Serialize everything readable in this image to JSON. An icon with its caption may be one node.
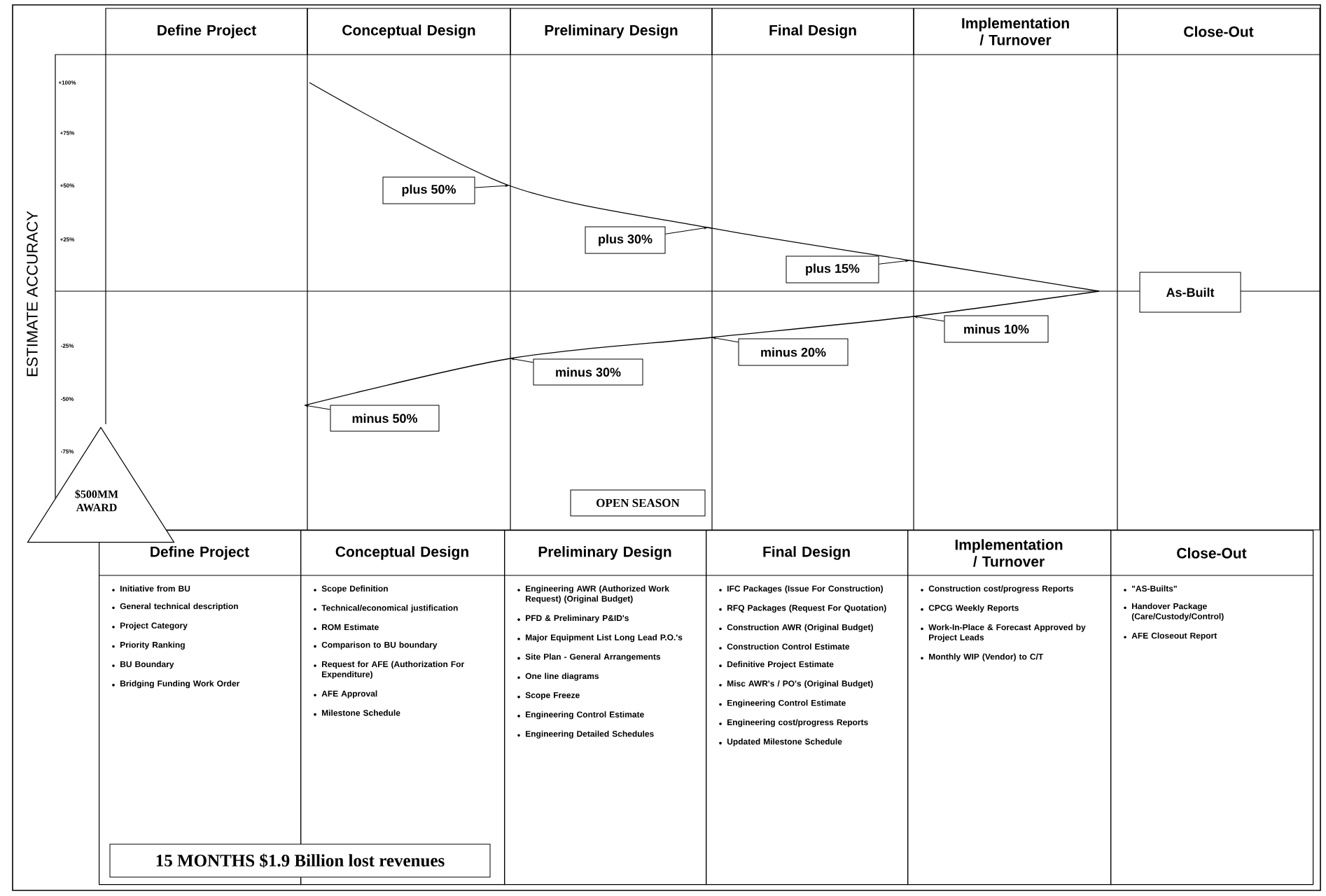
{
  "diagram": {
    "nodes": [
      {
        "text": [
          "Define Project"
        ]
      },
      {
        "text": [
          "Conceptual Design"
        ]
      },
      {
        "text": [
          "Preliminary Design"
        ]
      },
      {
        "text": [
          "Final Design"
        ]
      },
      {
        "text": [
          "Implementation / Turnover"
        ]
      },
      {
        "text": [
          "Close-Out"
        ]
      },
      {
        "text": [
          "Define Project",
          "Initiative from BU",
          "General technical description",
          "Project Category",
          "Priority Ranking",
          "BU Boundary",
          "Bridging Funding Work Order"
        ]
      },
      {
        "text": [
          "Conceptual Design",
          "Scope Definition",
          "Technical/economical justification",
          "ROM Estimate",
          "Comparison to BU boundary",
          "Request for AFE (Authorization For Expenditure)",
          "AFE Approval",
          "Milestone Schedule"
        ]
      },
      {
        "text": [
          "Preliminary Design",
          "Engineering AWR (Authorized Work Request) (Original Budget)",
          "PFD & Preliminary P&ID's",
          "Major Equipment List Long Lead P.O.'s",
          "Site Plan - General Arrangements",
          "One line diagrams",
          "Scope Freeze",
          "Engineering Control Estimate",
          "Engineering Detailed Schedules"
        ]
      },
      {
        "text": [
          "Final Design",
          "IFC Packages (Issue For Construction)",
          "RFQ Packages (Request For Quotation)",
          "Construction AWR (Original Budget)",
          "Construction Control Estimate",
          "Definitive Project Estimate",
          "Misc AWR's / PO's (Original Budget)",
          "Engineering Control Estimate",
          "Engineering cost/progress Reports",
          "Updated Milestone Schedule"
        ]
      },
      {
        "text": [
          "Implementation / Turnover",
          "Construction cost/progress Reports",
          "CPCG Weekly Reports",
          "Work-In-Place & Forecast Approved by Project Leads",
          "Monthly WIP (Vendor) to C/T"
        ]
      },
      {
        "text": [
          "Close-Out",
          "\"AS-Builts\"",
          "Handover Package (Care/Custody/Control)",
          "AFE Closeout Report"
        ]
      },
      {
        "text": [
          "plus 50%"
        ]
      },
      {
        "text": [
          "plus 30%"
        ]
      },
      {
        "text": [
          "plus 15%"
        ]
      },
      {
        "text": [
          "As-Built"
        ]
      },
      {
        "text": [
          "minus 10%"
        ]
      },
      {
        "text": [
          "minus 20%"
        ]
      },
      {
        "text": [
          "minus 30%"
        ]
      },
      {
        "text": [
          "minus 50%"
        ]
      },
      {
        "text": [
          "OPEN SEASON"
        ]
      },
      {
        "text": [
          "$500MM AWARD"
        ]
      },
      {
        "text": [
          "15 MONTHS $1.9 Billion lost revenues"
        ]
      }
    ],
    "edges": [
      {
        "from": 12,
        "to": null,
        "arrow": "to"
      },
      {
        "from": 13,
        "to": null,
        "arrow": "to"
      },
      {
        "from": 14,
        "to": null,
        "arrow": "to"
      },
      {
        "from": 16,
        "to": null,
        "arrow": "to"
      },
      {
        "from": 17,
        "to": null,
        "arrow": "to"
      },
      {
        "from": 18,
        "to": null,
        "arrow": "to"
      },
      {
        "from": 19,
        "to": null,
        "arrow": "to"
      }
    ],
    "labels": [
      "ESTIMATE ACCURACY",
      "+100%",
      "+75%",
      "+50%",
      "+25%",
      "-25%",
      "-50%",
      "-75%"
    ]
  }
}
